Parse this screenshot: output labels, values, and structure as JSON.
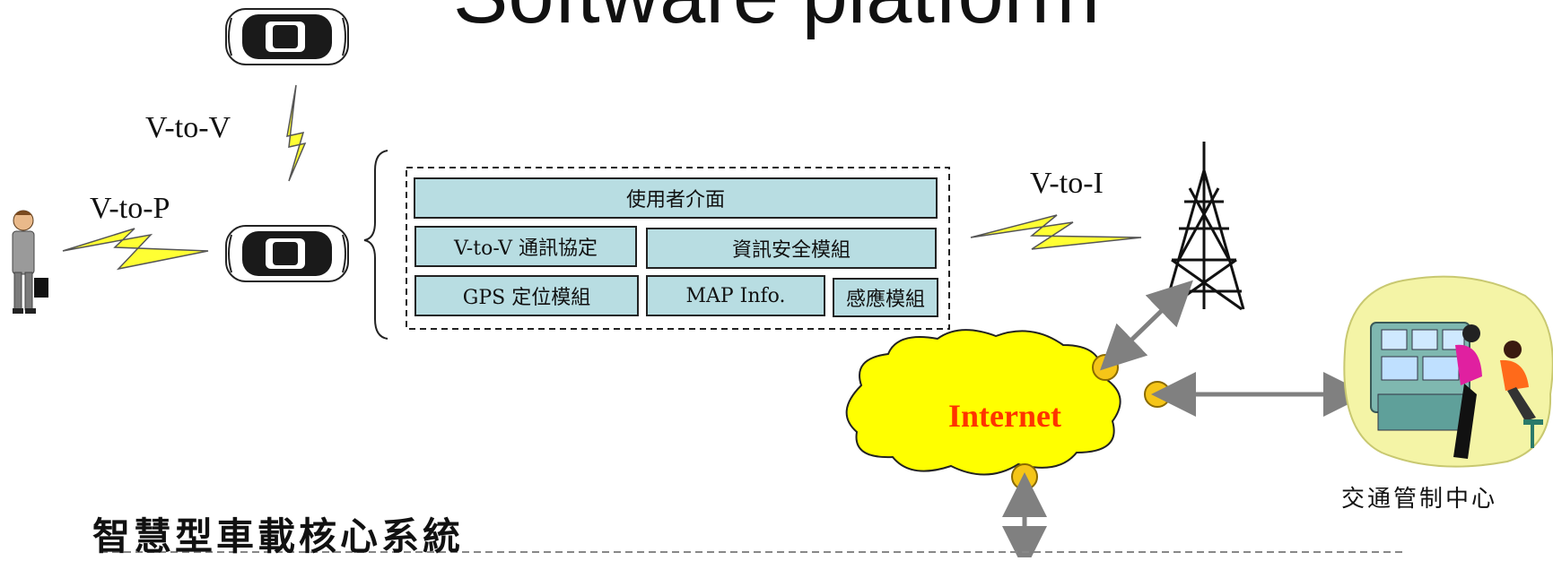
{
  "title": "Software platform",
  "links": {
    "v2v": "V-to-V",
    "v2p": "V-to-P",
    "v2i": "V-to-I"
  },
  "modules": {
    "ui": "使用者介面",
    "v2v_protocol": "V-to-V 通訊協定",
    "security": "資訊安全模組",
    "gps": "GPS 定位模組",
    "map": "MAP Info.",
    "sensor": "感應模組"
  },
  "internet": "Internet",
  "control_center": "交通管制中心",
  "heading": "智慧型車載核心系統",
  "colors": {
    "module_fill": "#b8dde2",
    "cloud": "#ffff00",
    "internet_text": "#ff3300",
    "node": "#f5c518",
    "arrow": "#808080",
    "bolt": "#ffff33"
  }
}
